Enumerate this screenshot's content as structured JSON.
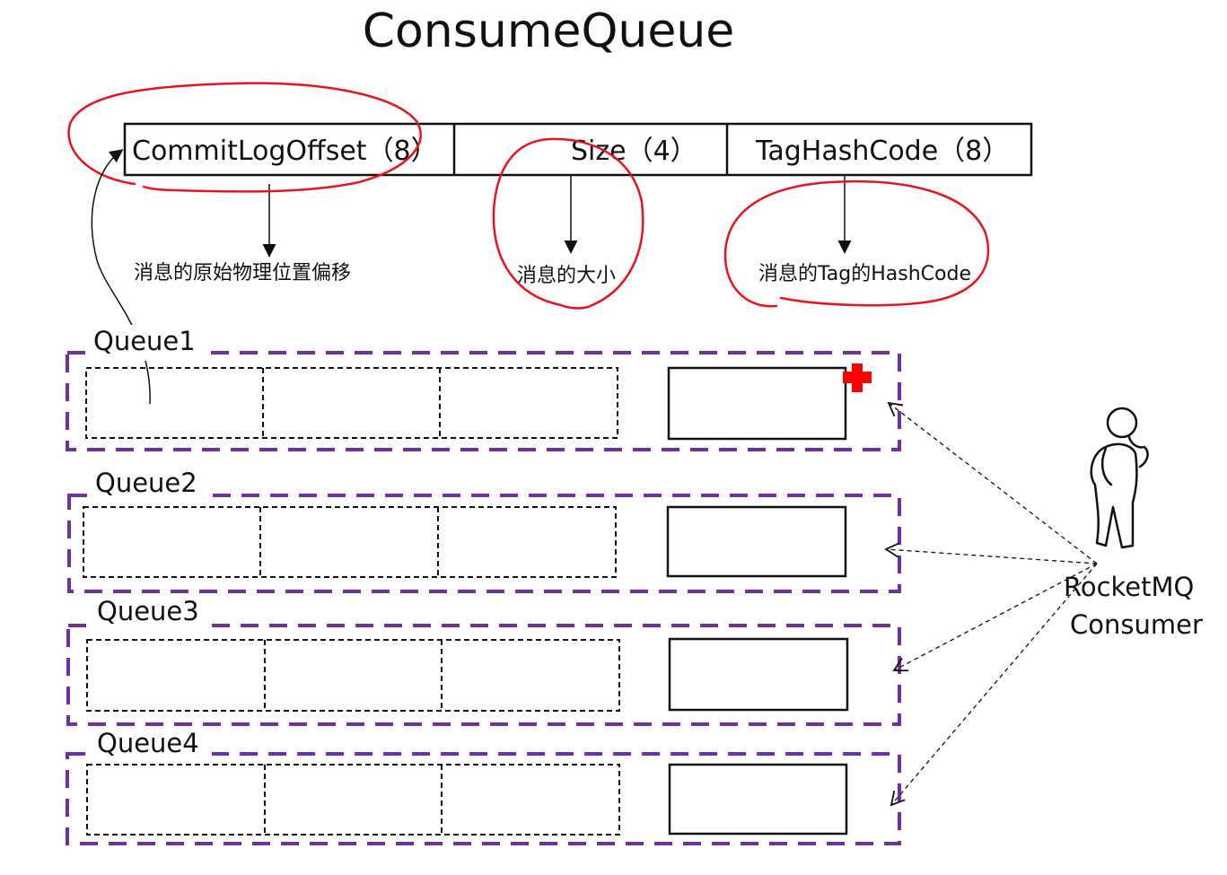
{
  "title": "ConsumeQueue",
  "fields": [
    {
      "label": "CommitLogOffset（8）",
      "description": "消息的原始物理位置偏移"
    },
    {
      "label": "Size（4）",
      "description": "消息的大小"
    },
    {
      "label": "TagHashCode（8）",
      "description": "消息的Tag的HashCode"
    }
  ],
  "queues": [
    {
      "label": "Queue1"
    },
    {
      "label": "Queue2"
    },
    {
      "label": "Queue3"
    },
    {
      "label": "Queue4"
    }
  ],
  "consumer": {
    "line1": "RocketMQ",
    "line2": "Consumer"
  },
  "colors": {
    "queue_border": "#7030a0",
    "annotation": "#e8141b",
    "marker": "#ff0000",
    "ink": "#111111"
  }
}
